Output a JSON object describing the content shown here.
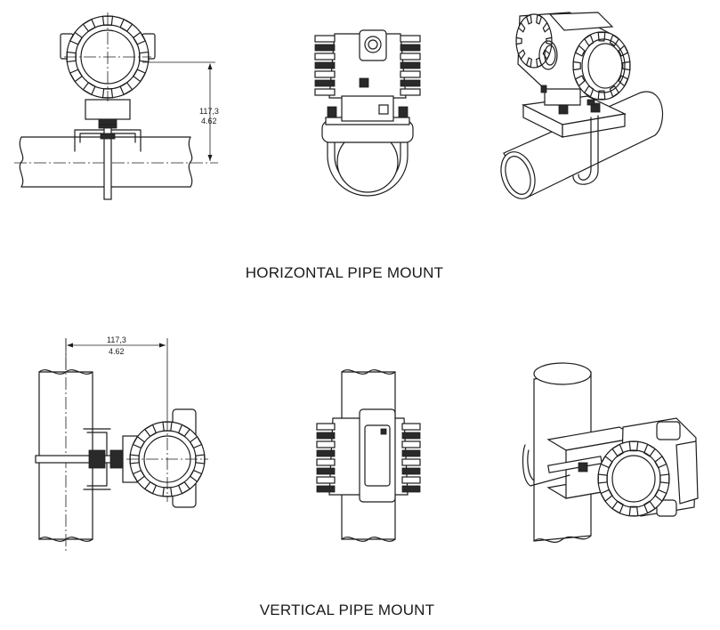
{
  "captions": {
    "horizontal": "HORIZONTAL PIPE MOUNT",
    "vertical": "VERTICAL PIPE MOUNT"
  },
  "dimensions": {
    "horizontal": {
      "metric": "117,3",
      "imperial": "4.62"
    },
    "vertical": {
      "metric": "117,3",
      "imperial": "4.62"
    }
  },
  "colors": {
    "line": "#1c1c1c",
    "background": "#ffffff"
  }
}
